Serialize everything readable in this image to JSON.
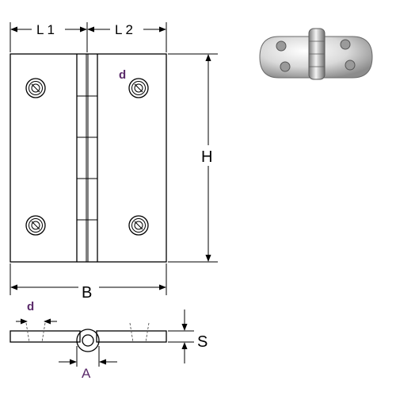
{
  "diagram": {
    "labels": {
      "l1": "L 1",
      "l2": "L 2",
      "h": "H",
      "b": "B",
      "d_top": "d",
      "d_side": "d",
      "s": "S",
      "a": "A"
    },
    "colors": {
      "line": "#000000",
      "label_accent": "#5a2a6a",
      "metal_light": "#f2f2f2",
      "metal_dark": "#8c8c8c"
    }
  }
}
